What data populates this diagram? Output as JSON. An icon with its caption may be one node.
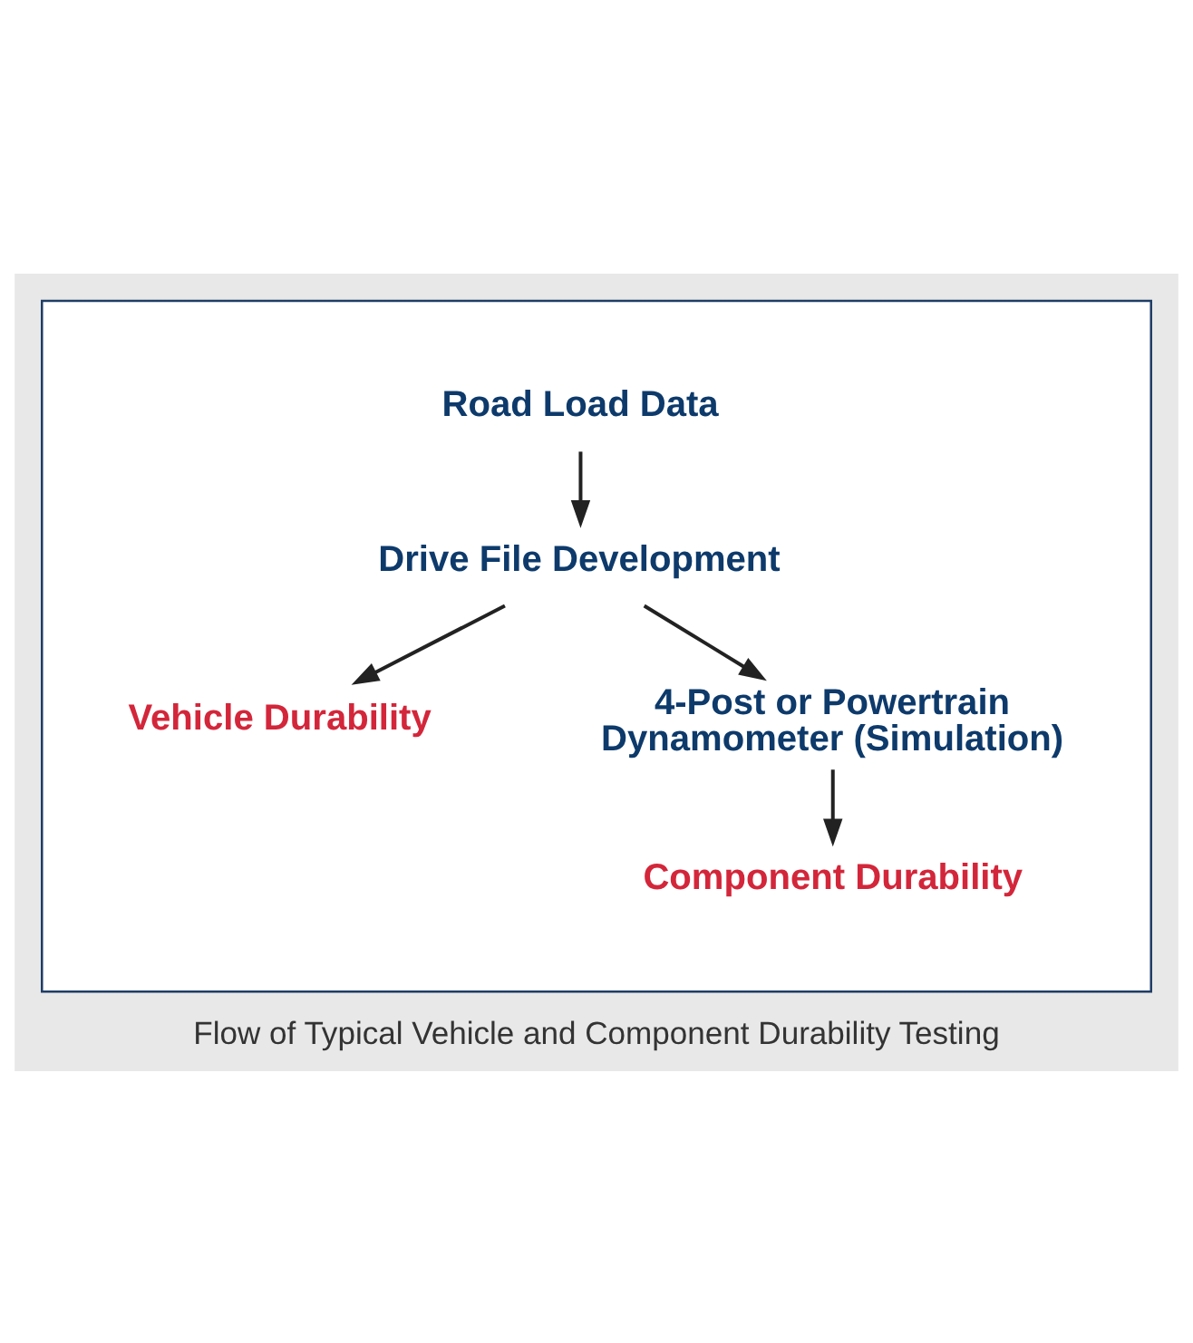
{
  "diagram": {
    "caption": "Flow of Typical Vehicle and Component Durability Testing",
    "nodes": [
      {
        "text": [],
        "shape": "box"
      },
      {
        "text": [
          "Road Load Data"
        ],
        "in": 0
      },
      {
        "text": [
          "Drive File Development"
        ],
        "in": 0
      },
      {
        "text": [
          "Vehicle Durability"
        ],
        "in": 0
      },
      {
        "text": [
          "4-Post or Powertrain Dynamometer (Simulation)"
        ],
        "in": 0
      },
      {
        "text": [
          "Component Durability"
        ],
        "in": 0
      }
    ],
    "edges": [
      {
        "from": 1,
        "to": 2,
        "arrow": "to"
      },
      {
        "from": 2,
        "to": 3,
        "arrow": "to"
      },
      {
        "from": 2,
        "to": 4,
        "arrow": "to"
      },
      {
        "from": 4,
        "to": 5,
        "arrow": "to"
      }
    ]
  }
}
